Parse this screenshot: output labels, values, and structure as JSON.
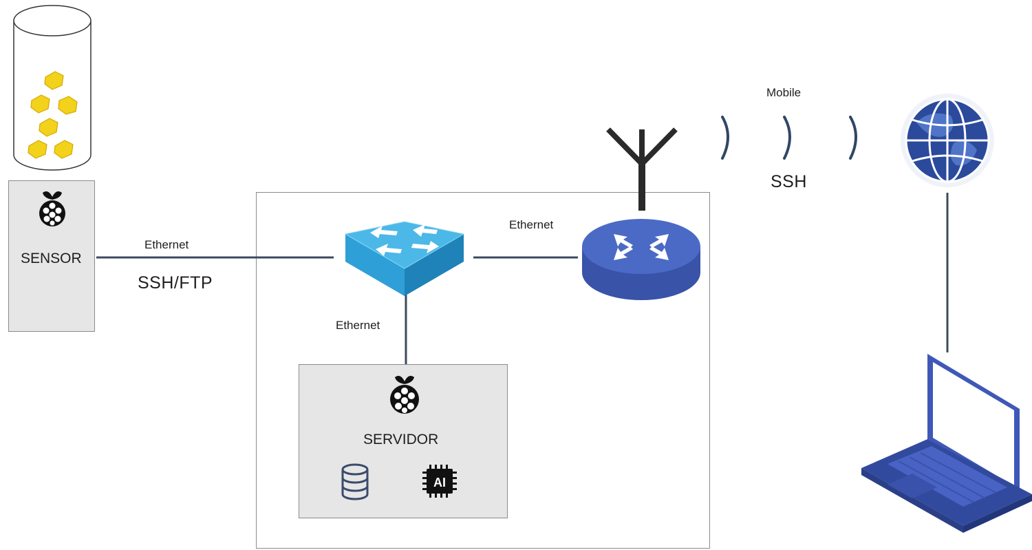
{
  "sensor": {
    "label": "SENSOR",
    "icon": "raspberry-pi-icon"
  },
  "servidor": {
    "label": "SERVIDOR",
    "icons": [
      "database-icon",
      "ai-chip-icon",
      "raspberry-pi-icon"
    ],
    "ai_text": "AI"
  },
  "links": {
    "sensor_switch": {
      "medium": "Ethernet",
      "protocol": "SSH/FTP"
    },
    "switch_router": {
      "medium": "Ethernet"
    },
    "switch_server": {
      "medium": "Ethernet"
    },
    "wireless": {
      "medium": "Mobile",
      "protocol": "SSH"
    }
  },
  "devices": [
    "sensor-container-icon",
    "switch-icon",
    "router-icon",
    "antenna-icon",
    "globe-icon",
    "laptop-icon"
  ],
  "colors": {
    "line": "#3c4a5e",
    "box_border": "#8a8a8a",
    "box_fill": "#e6e6e6",
    "switch": "#39a9de",
    "router": "#3e5cb4",
    "laptop": "#3f58b8",
    "globe": "#2b4a9c",
    "corn": "#f2d21a"
  }
}
